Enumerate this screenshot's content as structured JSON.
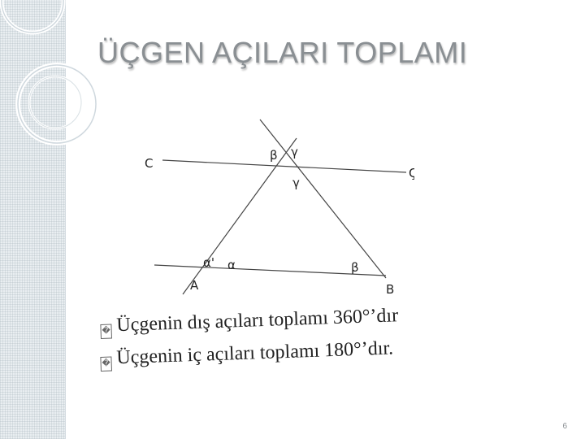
{
  "slide": {
    "title": "ÜÇGEN AÇILARI TOPLAMI",
    "page_number": "6"
  },
  "figure": {
    "labels": {
      "C": "C",
      "C_cedilla": "Ç",
      "beta_top": "β",
      "gamma_top": "γ",
      "gamma_inner": "γ",
      "alpha_prime": "α'",
      "alpha": "α",
      "beta_bottom": "β",
      "A": "A",
      "B": "B"
    }
  },
  "bullets": [
    {
      "mark": "�",
      "text": "Üçgenin dış açıları toplamı 360°’dır"
    },
    {
      "mark": "�",
      "text": "Üçgenin iç açıları toplamı 180°’dır."
    }
  ],
  "colors": {
    "title": "#8a8f93",
    "text": "#222222",
    "lines": "#444444"
  }
}
